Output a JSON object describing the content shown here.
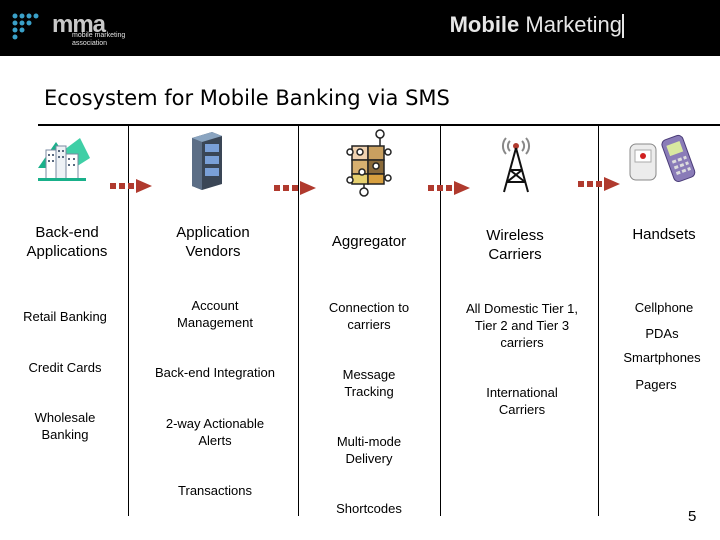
{
  "header": {
    "logo": {
      "word": "mma",
      "sub": "mobile marketing association"
    },
    "brand_bold": "Mobile",
    "brand_rest": " Marketing"
  },
  "slide": {
    "title": "Ecosystem for Mobile Banking via SMS",
    "page_number": "5"
  },
  "columns": [
    {
      "header": "Back-end Applications",
      "items": [
        "Retail Banking",
        "Credit Cards",
        "Wholesale Banking"
      ]
    },
    {
      "header": "Application Vendors",
      "items": [
        "Account Management",
        "Back-end Integration",
        "2-way Actionable Alerts",
        "Transactions"
      ]
    },
    {
      "header": "Aggregator",
      "items": [
        "Connection to carriers",
        "Message Tracking",
        "Multi-mode Delivery",
        "Shortcodes"
      ]
    },
    {
      "header": "Wireless Carriers",
      "items": [
        "All Domestic Tier 1, Tier 2 and Tier 3 carriers",
        "International Carriers"
      ]
    },
    {
      "header": "Handsets",
      "items": [
        "Cellphone",
        "PDAs",
        "Smartphones",
        "Pagers"
      ]
    }
  ],
  "colors": {
    "arrow": "#b03a2e",
    "header_bg": "#000000"
  }
}
